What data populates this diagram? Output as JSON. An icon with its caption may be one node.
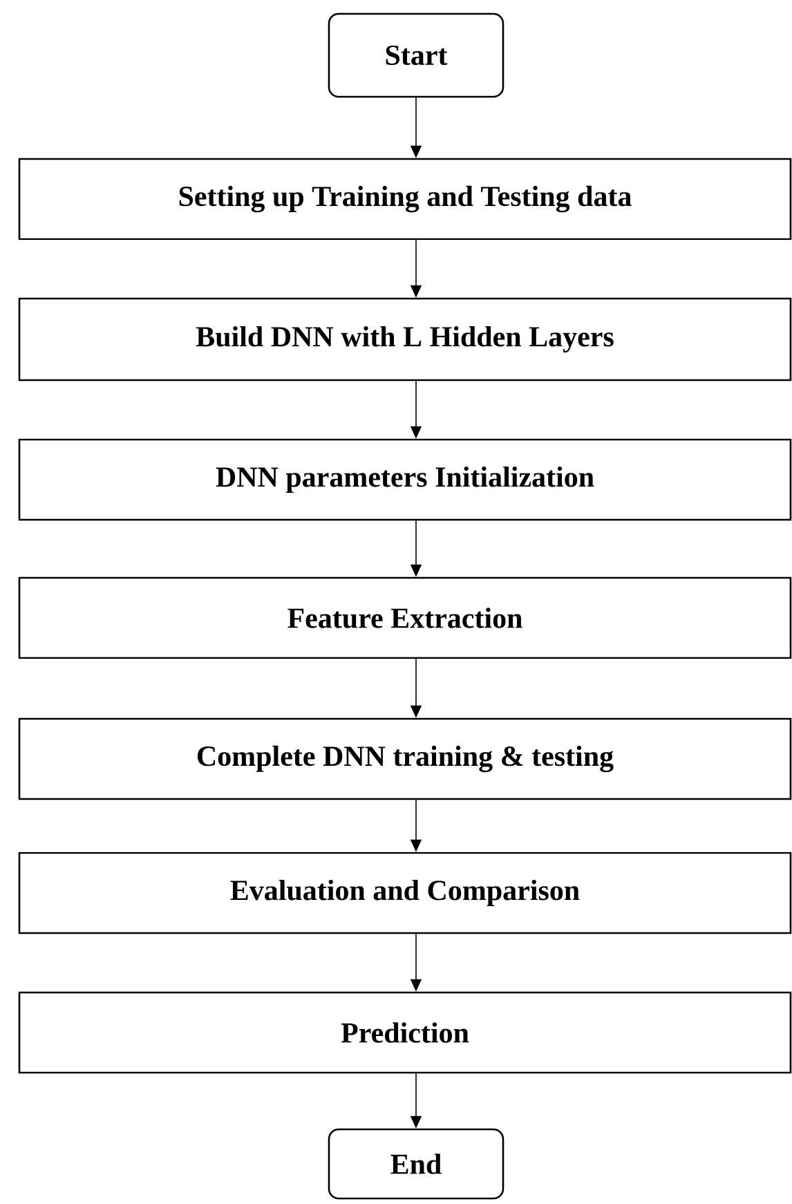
{
  "diagram": {
    "nodes": [
      {
        "text": [
          "Start"
        ]
      },
      {
        "text": [
          "Setting up Training and Testing data"
        ]
      },
      {
        "text": [
          "Build DNN with L Hidden Layers"
        ]
      },
      {
        "text": [
          "DNN parameters Initialization"
        ]
      },
      {
        "text": [
          "Feature Extraction"
        ]
      },
      {
        "text": [
          "Complete DNN training & testing"
        ]
      },
      {
        "text": [
          "Evaluation and Comparison"
        ]
      },
      {
        "text": [
          "Prediction"
        ]
      },
      {
        "text": [
          "End"
        ]
      }
    ],
    "edges": [
      {
        "from": 0,
        "to": 1,
        "arrow": "to"
      },
      {
        "from": 1,
        "to": 2,
        "arrow": "to"
      },
      {
        "from": 2,
        "to": 3,
        "arrow": "to"
      },
      {
        "from": 3,
        "to": 4,
        "arrow": "to"
      },
      {
        "from": 4,
        "to": 5,
        "arrow": "to"
      },
      {
        "from": 5,
        "to": 6,
        "arrow": "to"
      },
      {
        "from": 6,
        "to": 7,
        "arrow": "to"
      },
      {
        "from": 7,
        "to": 8,
        "arrow": "to"
      }
    ]
  }
}
